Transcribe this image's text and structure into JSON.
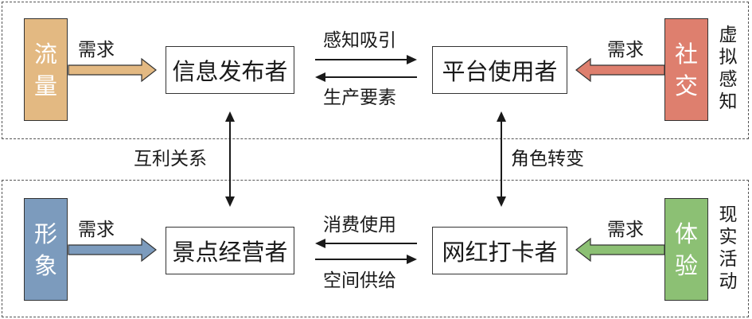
{
  "colors": {
    "traffic": "#e3b982",
    "social": "#de7f6e",
    "image": "#7c9bbd",
    "experience": "#8cc074",
    "line": "#1a1a1a"
  },
  "top": {
    "left_box": "流量",
    "left_need": "需求",
    "publisher": "信息发布者",
    "flow_right": "感知吸引",
    "flow_left": "生产要素",
    "platform_user": "平台使用者",
    "right_need": "需求",
    "right_box": "社交",
    "side_text": "虚拟感知"
  },
  "middle": {
    "left_relation": "互利关系",
    "right_relation": "角色转变"
  },
  "bottom": {
    "left_box": "形象",
    "left_need": "需求",
    "operator": "景点经营者",
    "flow_left": "消费使用",
    "flow_right": "空间供给",
    "checkin": "网红打卡者",
    "right_need": "需求",
    "right_box": "体验",
    "side_text": "现实活动"
  }
}
